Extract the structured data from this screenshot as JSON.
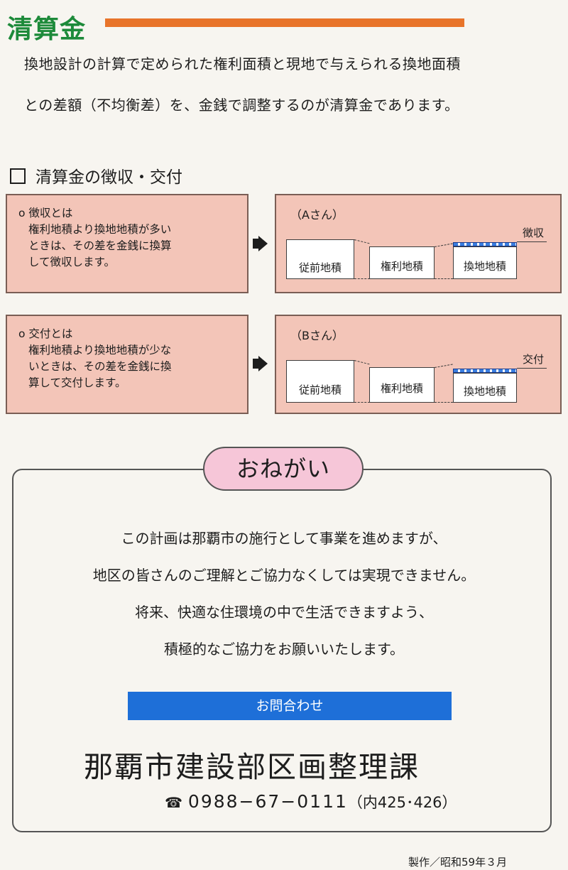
{
  "title": "清算金",
  "intro": [
    "換地設計の計算で定められた権利面積と現地で与えられる換地面積",
    "との差額（不均衡差）を、金銭で調整するのが清算金であります。"
  ],
  "section_heading": "清算金の徴収・交付",
  "cases": [
    {
      "explain_lines": [
        "o 徴収とは",
        "権利地積より換地地積が多い",
        "ときは、その差を金銭に換算",
        "して徴収します。"
      ],
      "person": "（Aさん）",
      "lots": [
        "従前地積",
        "権利地積",
        "換地地積"
      ],
      "diff_label": "徴収"
    },
    {
      "explain_lines": [
        "o 交付とは",
        "権利地積より換地地積が少な",
        "いときは、その差を金銭に換",
        "算して交付します。"
      ],
      "person": "（Bさん）",
      "lots": [
        "従前地積",
        "権利地積",
        "換地地積"
      ],
      "diff_label": "交付"
    }
  ],
  "request": {
    "heading": "おねがい",
    "lines": [
      "この計画は那覇市の施行として事業を進めますが、",
      "地区の皆さんのご理解とご協力なくしては実現できません。",
      "将来、快適な住環境の中で生活できますよう、",
      "積極的なご協力をお願いいたします。"
    ]
  },
  "contact": {
    "label": "お問合わせ",
    "department": "那覇市建設部区画整理課",
    "phone_icon": "telephone-icon",
    "phone": "0988−67−0111",
    "extension": "（内425･426）"
  },
  "credit": "製作／昭和59年３月",
  "colors": {
    "title": "#1d8a3a",
    "title_bar": "#e8742a",
    "panel_pink": "#f3c5b8",
    "pill_pink": "#f6c6d8",
    "contact_blue": "#1e6fd8"
  }
}
